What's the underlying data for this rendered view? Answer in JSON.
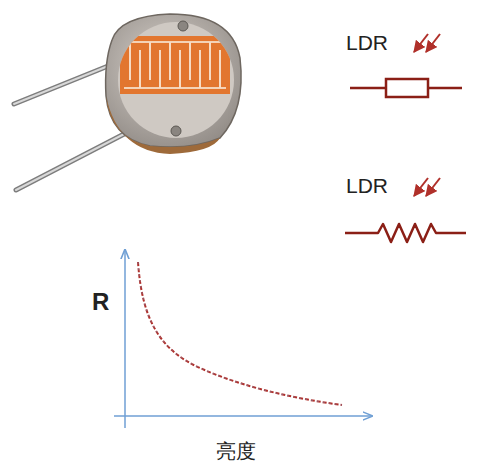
{
  "diagram": {
    "labels": [
      "LDR",
      "LDR",
      "R",
      "亮度"
    ]
  }
}
